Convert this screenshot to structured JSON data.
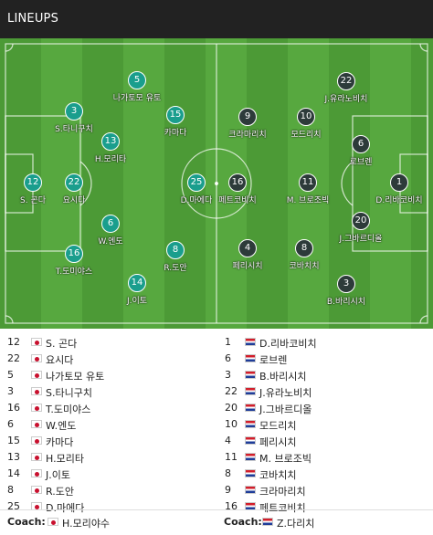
{
  "header": {
    "title": "LINEUPS"
  },
  "home_team": {
    "players_on_pitch": [
      {
        "number": "12",
        "name": "S. 곤다"
      },
      {
        "number": "22",
        "name": "요시다"
      },
      {
        "number": "5",
        "name": "나가토모 유토"
      },
      {
        "number": "3",
        "name": "S.타니구치"
      },
      {
        "number": "13",
        "name": "H.모리타"
      },
      {
        "number": "6",
        "name": "W.엔도"
      },
      {
        "number": "16",
        "name": "T.도미야스"
      },
      {
        "number": "15",
        "name": "카마다"
      },
      {
        "number": "8",
        "name": "R.도안"
      },
      {
        "number": "14",
        "name": "J.이토"
      },
      {
        "number": "25",
        "name": "D.마에다"
      }
    ],
    "list": [
      {
        "number": "12",
        "name": "S. 곤다"
      },
      {
        "number": "22",
        "name": "요시다"
      },
      {
        "number": "5",
        "name": "나가토모 유토"
      },
      {
        "number": "3",
        "name": "S.타니구치"
      },
      {
        "number": "16",
        "name": "T.도미야스"
      },
      {
        "number": "6",
        "name": "W.엔도"
      },
      {
        "number": "15",
        "name": "카마다"
      },
      {
        "number": "13",
        "name": "H.모리타"
      },
      {
        "number": "14",
        "name": "J.이토"
      },
      {
        "number": "8",
        "name": "R.도안"
      },
      {
        "number": "25",
        "name": "D.마에다"
      }
    ],
    "coach_label": "Coach:",
    "coach_name": "H.모리야수",
    "flag_color": "#c8102e"
  },
  "away_team": {
    "players_on_pitch": [
      {
        "number": "1",
        "name": "D.리바코비치"
      },
      {
        "number": "22",
        "name": "J.유라노비치"
      },
      {
        "number": "6",
        "name": "로브렌"
      },
      {
        "number": "20",
        "name": "J.그바르디올"
      },
      {
        "number": "3",
        "name": "B.바리시치"
      },
      {
        "number": "10",
        "name": "모드리치"
      },
      {
        "number": "11",
        "name": "M. 브로조빅"
      },
      {
        "number": "8",
        "name": "코바치치"
      },
      {
        "number": "9",
        "name": "크라마리치"
      },
      {
        "number": "16",
        "name": "페트코비치"
      },
      {
        "number": "4",
        "name": "페리시치"
      }
    ],
    "list": [
      {
        "number": "1",
        "name": "D.리바코비치"
      },
      {
        "number": "6",
        "name": "로브렌"
      },
      {
        "number": "3",
        "name": "B.바리시치"
      },
      {
        "number": "22",
        "name": "J.유라노비치"
      },
      {
        "number": "20",
        "name": "J.그바르디올"
      },
      {
        "number": "10",
        "name": "모드리치"
      },
      {
        "number": "4",
        "name": "페리시치"
      },
      {
        "number": "11",
        "name": "M. 브로조빅"
      },
      {
        "number": "8",
        "name": "코바치치"
      },
      {
        "number": "9",
        "name": "크라마리치"
      },
      {
        "number": "16",
        "name": "페트코비치"
      }
    ],
    "coach_label": "Coach:",
    "coach_name": "Z.다리치",
    "flag_colors": [
      "#d21e2b",
      "#ffffff",
      "#1f3d99"
    ]
  },
  "colors": {
    "header_bg": "#222222",
    "home_marker": "#1a9e8d",
    "away_marker": "#2d3b3a",
    "pitch_light": "#57a83f",
    "pitch_dark": "#4c9a36"
  },
  "icons": [
    "japan-flag-icon",
    "croatia-flag-icon"
  ]
}
